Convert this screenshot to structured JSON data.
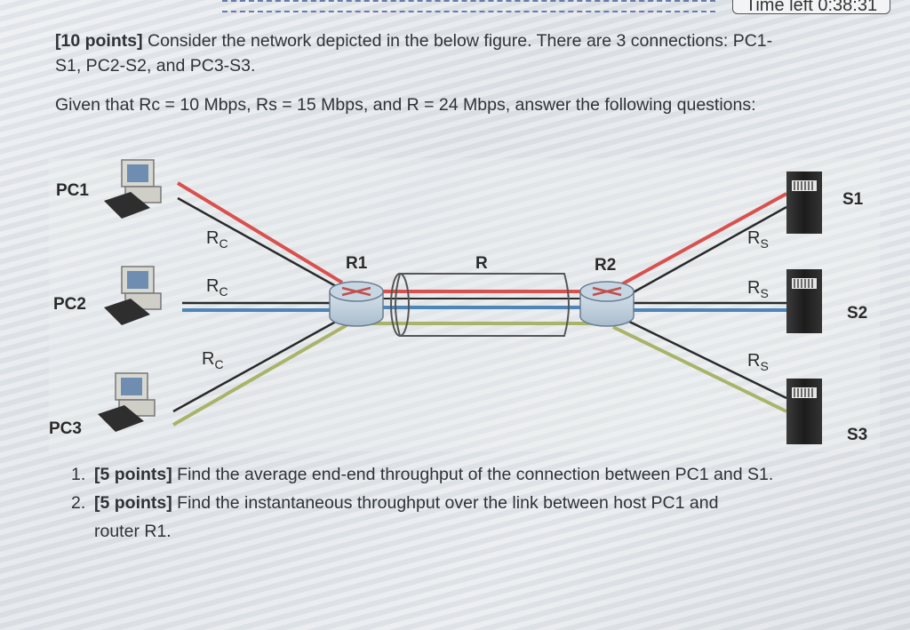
{
  "timer": {
    "text": "Time left 0:38:31"
  },
  "question": {
    "points": "[10 points]",
    "line1_rest": " Consider the network depicted in the below figure. There are 3 connections: PC1-",
    "line2": "S1, PC2-S2, and PC3-S3.",
    "given": "Given that Rc = 10 Mbps, Rs = 15 Mbps, and R = 24 Mbps, answer the following questions:"
  },
  "figure": {
    "hosts": [
      "PC1",
      "PC2",
      "PC3"
    ],
    "servers": [
      "S1",
      "S2",
      "S3"
    ],
    "routers": [
      "R1",
      "R2"
    ],
    "link_center": "R",
    "client_link_label": "R",
    "client_link_sub": "C",
    "server_link_label": "R",
    "server_link_sub": "S"
  },
  "subquestions": [
    {
      "num": "1.",
      "points": "[5 points]",
      "text": " Find the average end-end throughput of the connection between PC1 and S1."
    },
    {
      "num": "2.",
      "points": "[5 points]",
      "text": " Find the instantaneous throughput over the link between host PC1 and",
      "cont": "router R1."
    }
  ],
  "colors": {
    "red_path": "#d9514e",
    "blue_path": "#4f86b8",
    "olive_path": "#a9b36a",
    "black_path": "#2a2a2a"
  }
}
